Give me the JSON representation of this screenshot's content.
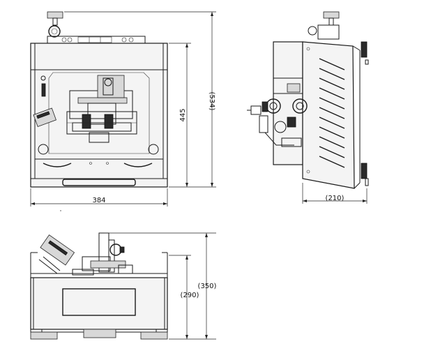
{
  "dimensions": {
    "front_width": "384",
    "front_height": "445",
    "overall_height": "(534)",
    "side_depth": "(210)",
    "bottom_height": "(290)",
    "bottom_overall": "(350)"
  }
}
